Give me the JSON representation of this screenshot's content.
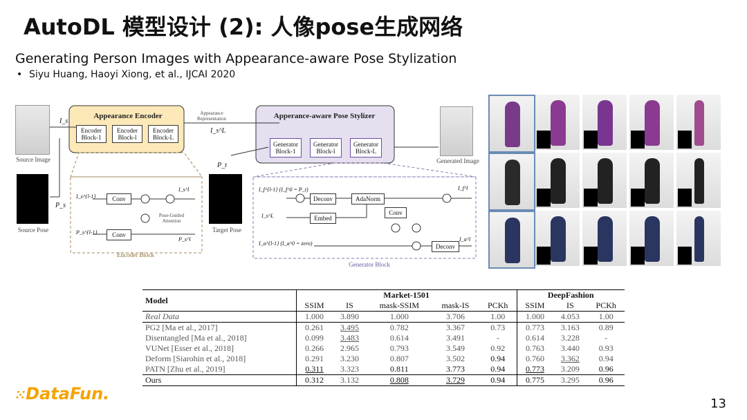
{
  "slide": {
    "title": "AutoDL 模型设计 (2): 人像pose生成网络",
    "subtitle": "Generating Person Images with Appearance-aware Pose Stylization",
    "bullet": "Siyu Huang, Haoyi Xiong, et al., IJCAI 2020",
    "page_number": "13",
    "logo_text": "DataFun."
  },
  "diagram": {
    "appearance_encoder": "Appearance Encoder",
    "encoder_blocks": [
      "Encoder Block-1",
      "Encoder Block-l",
      "Encoder Block-L"
    ],
    "stylizer": "Apperance-aware Pose Stylizer",
    "generator_blocks": [
      "Generator Block-1",
      "Generator Block-l",
      "Generator Block-L"
    ],
    "appearance_representation": "Appearance Representation",
    "source_image": "Source Image",
    "source_pose": "Source Pose",
    "target_pose": "Target Pose",
    "generated_image": "Generated Image",
    "encoder_block_caption": "Encoder Block",
    "generator_block_caption": "Generator Block",
    "conv": "Conv",
    "deconv": "Deconv",
    "adanorm": "AdaNorm",
    "embed": "Embed",
    "pose_guided_attention": "Pose-Guided Attention",
    "sym_Is": "I_s",
    "sym_Ps": "P_s",
    "sym_Pt": "P_t",
    "sym_IsL": "I_s^L",
    "sym_enc_in1": "I_s^{l-1}",
    "sym_enc_in2": "P_s^{l-1}",
    "sym_enc_out1": "I_s^l",
    "sym_enc_out2": "P_s^l",
    "sym_gen_in1": "I_f^{l-1}  (I_f^0 = P_t)",
    "sym_gen_in2": "I_s^L",
    "sym_gen_in3": "I_a^{l-1}  (I_a^0 = zero)",
    "sym_gen_out1": "I_f^l",
    "sym_gen_out2": "I_a^l"
  },
  "table": {
    "group_headers": [
      "Market-1501",
      "DeepFashion"
    ],
    "model_header": "Model",
    "columns": [
      "SSIM",
      "IS",
      "mask-SSIM",
      "mask-IS",
      "PCKh",
      "SSIM",
      "IS",
      "PCKh"
    ],
    "real_data": {
      "model": "Real Data",
      "values": [
        "1.000",
        "3.890",
        "1.000",
        "3.706",
        "1.00",
        "1.000",
        "4.053",
        "1.00"
      ]
    },
    "rows": [
      {
        "model": "PG2 [Ma et al., 2017]",
        "values": [
          "0.261",
          "3.495",
          "0.782",
          "3.367",
          "0.73",
          "0.773",
          "3.163",
          "0.89"
        ]
      },
      {
        "model": "Disentangled [Ma et al., 2018]",
        "values": [
          "0.099",
          "3.483",
          "0.614",
          "3.491",
          "-",
          "0.614",
          "3.228",
          "-"
        ]
      },
      {
        "model": "VUNet [Esser et al., 2018]",
        "values": [
          "0.266",
          "2.965",
          "0.793",
          "3.549",
          "0.92",
          "0.763",
          "3.440",
          "0.93"
        ]
      },
      {
        "model": "Deform [Siarohin et al., 2018]",
        "values": [
          "0.291",
          "3.230",
          "0.807",
          "3.502",
          "0.94",
          "0.760",
          "3.362",
          "0.94"
        ]
      },
      {
        "model": "PATN [Zhu et al., 2019]",
        "values": [
          "0.311",
          "3.323",
          "0.811",
          "3.773",
          "0.94",
          "0.773",
          "3.209",
          "0.96"
        ]
      }
    ],
    "ours": {
      "model": "Ours",
      "values": [
        "0.312",
        "3.132",
        "0.808",
        "3.729",
        "0.94",
        "0.775",
        "3.295",
        "0.96"
      ]
    }
  }
}
